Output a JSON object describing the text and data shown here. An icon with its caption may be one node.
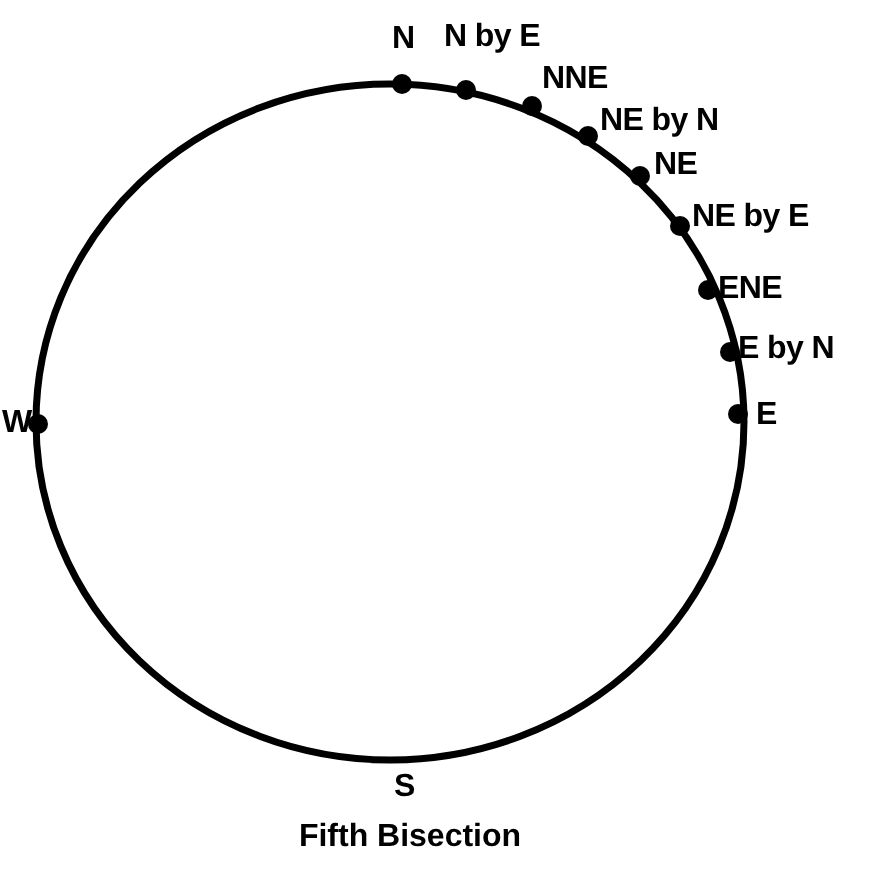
{
  "diagram": {
    "caption": "Fifth Bisection",
    "labels": [
      "N",
      "N by E",
      "NNE",
      "NE by N",
      "NE",
      "NE by E",
      "ENE",
      "E by N",
      "E",
      "W",
      "S"
    ]
  }
}
